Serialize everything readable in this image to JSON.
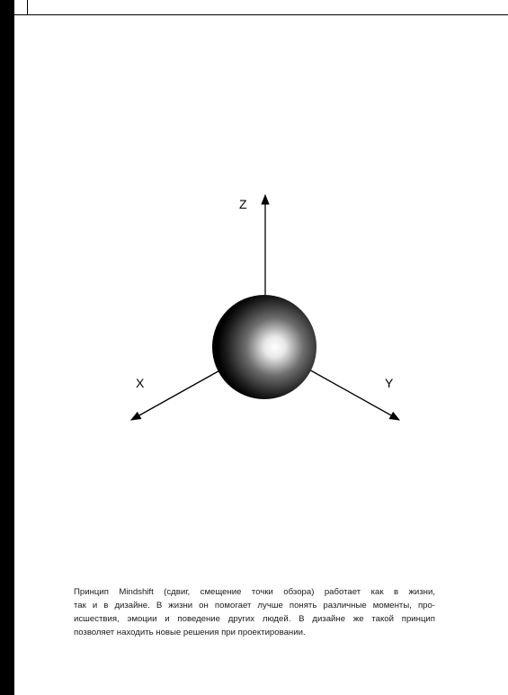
{
  "figure": {
    "axis_labels": {
      "x": "X",
      "y": "Y",
      "z": "Z"
    }
  },
  "caption": {
    "lines": [
      "Принцип Mindshift (сдвиг, смещение точки обзора) работает как в жизни,",
      "так и в дизайне. В жизни он помогает лучше понять различные моменты, про-",
      "исшествия, эмоции и поведение других людей. В дизайне же такой принцип",
      "позволяет находить новые решения при проектировании."
    ]
  }
}
